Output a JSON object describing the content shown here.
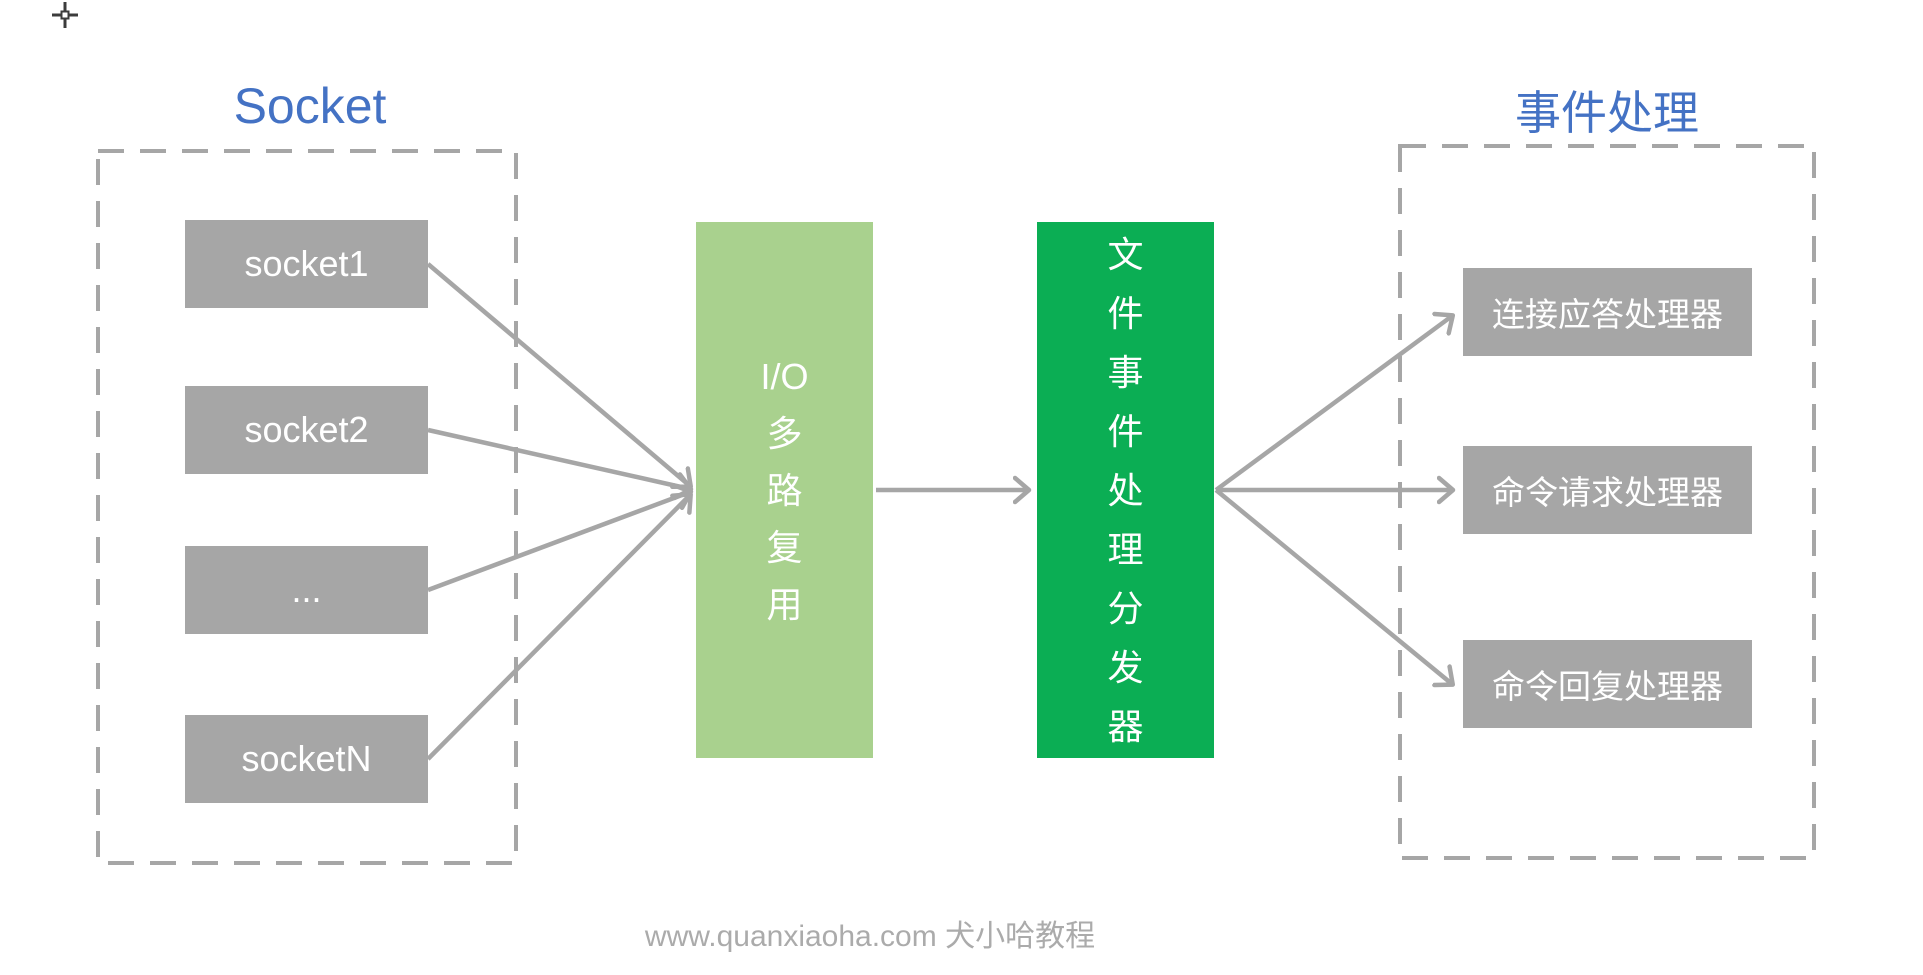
{
  "diagram": {
    "cursor_icon": "crosshair",
    "socket_group": {
      "title": "Socket",
      "items": [
        "socket1",
        "socket2",
        "...",
        "socketN"
      ]
    },
    "io_multiplexing": {
      "label": "I/O\n多\n路\n复\n用"
    },
    "dispatcher": {
      "label": "文\n件\n事\n件\n处\n理\n分\n发\n器"
    },
    "event_handler_group": {
      "title": "事件处理",
      "items": [
        "连接应答处理器",
        "命令请求处理器",
        "命令回复处理器"
      ]
    },
    "watermark": "www.quanxiaoha.com 犬小哈教程",
    "colors": {
      "accent_blue": "#4472C4",
      "box_gray": "#A6A6A6",
      "light_green": "#A9D18E",
      "dark_green": "#0BAE54",
      "arrow_gray": "#A6A6A6",
      "dashed_border_gray": "#A6A6A6",
      "watermark_gray": "#ABABAB"
    }
  }
}
